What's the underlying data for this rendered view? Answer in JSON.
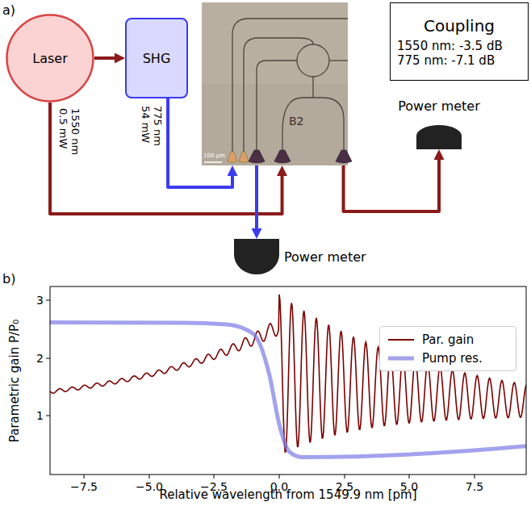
{
  "diagram": {
    "nodes": [
      {
        "text": [
          "Laser"
        ]
      },
      {
        "text": [
          "SHG"
        ]
      },
      {
        "text": [
          "B2",
          "100 μm"
        ]
      },
      {
        "text": [
          "Coupling",
          "1550 nm: -3.5 dB",
          "775 nm: -7.1 dB"
        ]
      },
      {
        "text": [
          "Power meter"
        ]
      },
      {
        "text": [
          "Power meter"
        ]
      }
    ],
    "edges": [
      {
        "from": 0,
        "to": 1,
        "arrow": "to"
      },
      {
        "from": 0,
        "to": 2,
        "label": "1550 nm 0.5 mW",
        "arrow": "to"
      },
      {
        "from": 1,
        "to": 2,
        "label": "775 nm 54 mW",
        "arrow": "to"
      },
      {
        "from": 2,
        "to": 5,
        "arrow": "to"
      },
      {
        "from": 2,
        "to": 4,
        "arrow": "to"
      }
    ],
    "labels": [
      "a)",
      "b)",
      "3",
      "2",
      "1",
      "−7.5",
      "−5.0",
      "−2.5",
      "0.0",
      "2.5",
      "5.0",
      "7.5",
      "Parametric gain P/P₀",
      "Relative wavelength from 1549.9 nm [pm]"
    ],
    "legend": [
      {
        "text": "Par. gain"
      },
      {
        "text": "Pump res."
      }
    ]
  }
}
